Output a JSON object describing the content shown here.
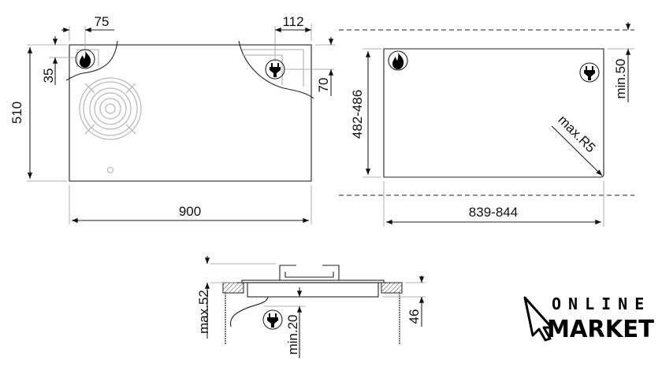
{
  "plan_view": {
    "width": "900",
    "depth": "510",
    "gas_offset_x": "75",
    "gas_offset_y": "35",
    "electric_offset_x": "112",
    "electric_offset_y": "70"
  },
  "cutout_view": {
    "width": "839-844",
    "depth": "482-486",
    "min_clearance": "min.50",
    "corner_radius": "max.R5"
  },
  "side_view": {
    "max_height": "max.52",
    "min_gap": "min.20",
    "built_in_depth": "46"
  },
  "logo": {
    "line1": "ONLINE",
    "line2": "MARKET"
  }
}
